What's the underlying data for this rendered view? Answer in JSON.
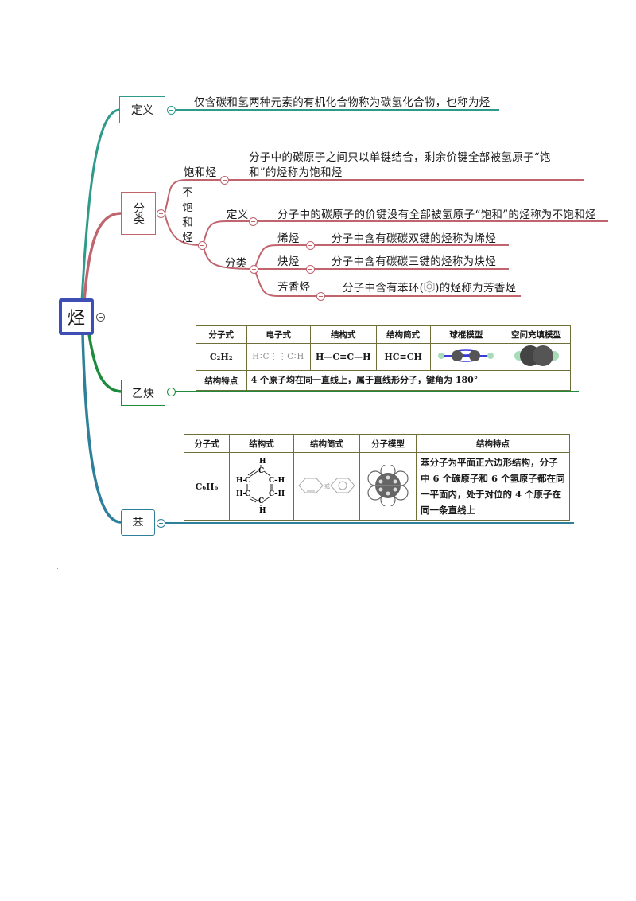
{
  "root": {
    "label": "烃",
    "border_color": "#3d4fb5"
  },
  "colors": {
    "definition_branch": "#2e9a8a",
    "classification_branch": "#c0646e",
    "ethyne_branch": "#1e8a3c",
    "benzene_branch": "#2e7f9a",
    "table_border": "#6f6f3a"
  },
  "definition": {
    "label": "定义",
    "text": "仅含碳和氢两种元素的有机化合物称为碳氢化合物，也称为烃"
  },
  "classification": {
    "label": "分类",
    "saturated": {
      "label": "饱和烃",
      "text_line1": "分子中的碳原子之间只以单键结合，剩余价键全部被氢原子“饱",
      "text_line2": "和”的烃称为饱和烃"
    },
    "unsaturated": {
      "label_chars": [
        "不",
        "饱",
        "和",
        "烃"
      ],
      "definition": {
        "label": "定义",
        "text": "分子中的碳原子的价键没有全部被氢原子“饱和”的烃称为不饱和烃"
      },
      "subclass": {
        "label": "分类",
        "items": [
          {
            "label": "烯烃",
            "text": "分子中含有碳碳双键的烃称为烯烃"
          },
          {
            "label": "炔烃",
            "text": "分子中含有碳碳三键的烃称为炔烃"
          },
          {
            "label": "芳香烃",
            "text_before": "分子中含有苯环(",
            "text_after": ")的烃称为芳香烃"
          }
        ]
      }
    }
  },
  "ethyne": {
    "label": "乙炔",
    "table": {
      "headers": [
        "分子式",
        "电子式",
        "结构式",
        "结构简式",
        "球棍模型",
        "空间充填模型"
      ],
      "formula": "C₂H₂",
      "electron_formula": "H∶C⋮⋮C∶H",
      "structural_formula": "H—C≡C—H",
      "condensed_formula": "HC≡CH",
      "feature_label": "结构特点",
      "feature_text": "4 个原子均在同一直线上，属于直线形分子，键角为 180°"
    }
  },
  "benzene": {
    "label": "苯",
    "table": {
      "headers": [
        "分子式",
        "结构式",
        "结构简式",
        "分子模型",
        "结构特点"
      ],
      "formula": "C₆H₆",
      "condensed_or": "或",
      "feature_text": "苯分子为平面正六边形结构，分子中 6 个碳原子和 6 个氢原子都在同一平面内，处于对位的 4 个原子在同一条直线上"
    }
  }
}
